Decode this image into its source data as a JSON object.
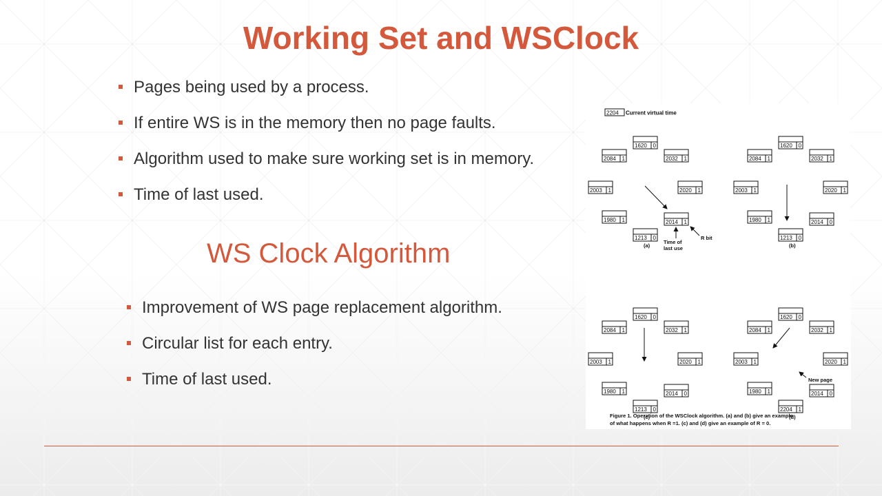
{
  "slide": {
    "title": "Working Set and WSClock",
    "bullets_top": [
      "Pages being used by a process.",
      "If entire WS is in the memory then no page faults.",
      "Algorithm used to make sure working set is in memory.",
      "Time of last used."
    ],
    "subtitle": "WS Clock Algorithm",
    "bullets_bottom": [
      "Improvement of WS page replacement algorithm.",
      "Circular list for each entry.",
      "Time of last used."
    ]
  },
  "figure": {
    "current_time_value": "2204",
    "current_time_label": "Current virtual time",
    "panels": [
      {
        "label": "(a)",
        "entries": [
          [
            "1620",
            "0"
          ],
          [
            "2084",
            "1"
          ],
          [
            "2032",
            "1"
          ],
          [
            "2003",
            "1"
          ],
          [
            "2020",
            "1"
          ],
          [
            "1980",
            "1"
          ],
          [
            "2014",
            "1"
          ],
          [
            "1213",
            "0"
          ]
        ]
      },
      {
        "label": "(b)",
        "entries": [
          [
            "1620",
            "0"
          ],
          [
            "2084",
            "1"
          ],
          [
            "2032",
            "1"
          ],
          [
            "2003",
            "1"
          ],
          [
            "2020",
            "1"
          ],
          [
            "1980",
            "1"
          ],
          [
            "2014",
            "0"
          ],
          [
            "1213",
            "0"
          ]
        ]
      },
      {
        "label": "(c)",
        "entries": [
          [
            "1620",
            "0"
          ],
          [
            "2084",
            "1"
          ],
          [
            "2032",
            "1"
          ],
          [
            "2003",
            "1"
          ],
          [
            "2020",
            "1"
          ],
          [
            "1980",
            "1"
          ],
          [
            "2014",
            "0"
          ],
          [
            "1213",
            "0"
          ]
        ]
      },
      {
        "label": "(d)",
        "entries": [
          [
            "1620",
            "0"
          ],
          [
            "2084",
            "1"
          ],
          [
            "2032",
            "1"
          ],
          [
            "2003",
            "1"
          ],
          [
            "2020",
            "1"
          ],
          [
            "1980",
            "1"
          ],
          [
            "2014",
            "0"
          ],
          [
            "2204",
            "1"
          ]
        ]
      }
    ],
    "annotation_time_line1": "Time of",
    "annotation_time_line2": "last use",
    "annotation_rbit": "R bit",
    "annotation_new_page": "New page",
    "caption_line1": "Figure 1. Operation of the WSClock algorithm. (a) and (b) give an example",
    "caption_line2": "of what happens when R =1. (c) and (d) give an example of R = 0."
  }
}
